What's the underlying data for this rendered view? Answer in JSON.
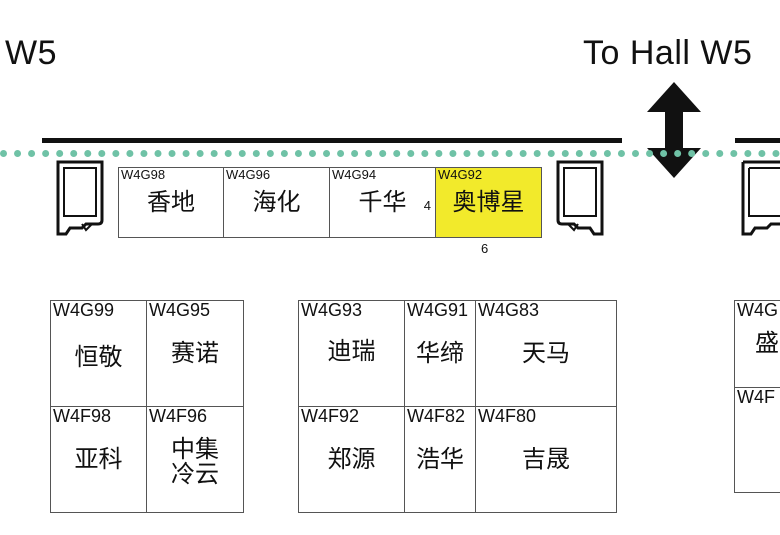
{
  "hall_labels": {
    "left": "W5",
    "right": "To Hall W5"
  },
  "colors": {
    "highlight": "#f2ea2b",
    "path": "#6fc2a6"
  },
  "top_row": {
    "booths": [
      {
        "code": "W4G98",
        "name": "香地"
      },
      {
        "code": "W4G96",
        "name": "海化"
      },
      {
        "code": "W4G94",
        "name": "千华"
      },
      {
        "code": "W4G92",
        "name": "奥博星",
        "highlighted": true
      }
    ],
    "dim_side": "4",
    "dim_bottom": "6"
  },
  "block1": [
    {
      "code": "W4G99",
      "name": "恒敬"
    },
    {
      "code": "W4G95",
      "name": "赛诺"
    },
    {
      "code": "W4F98",
      "name": "亚科"
    },
    {
      "code": "W4F96",
      "name": "中集\n冷云"
    }
  ],
  "block2": [
    {
      "code": "W4G93",
      "name": "迪瑞"
    },
    {
      "code": "W4G91",
      "name": "华缔"
    },
    {
      "code": "W4G83",
      "name": "天马"
    },
    {
      "code": "W4F92",
      "name": "郑源"
    },
    {
      "code": "W4F82",
      "name": "浩华"
    },
    {
      "code": "W4F80",
      "name": "吉晟"
    }
  ],
  "block3": [
    {
      "code": "W4G",
      "name": "盛"
    },
    {
      "code": "W4F",
      "name": ""
    }
  ],
  "icons": {
    "door": "door-icon",
    "arrow": "up-down-arrow-icon"
  }
}
